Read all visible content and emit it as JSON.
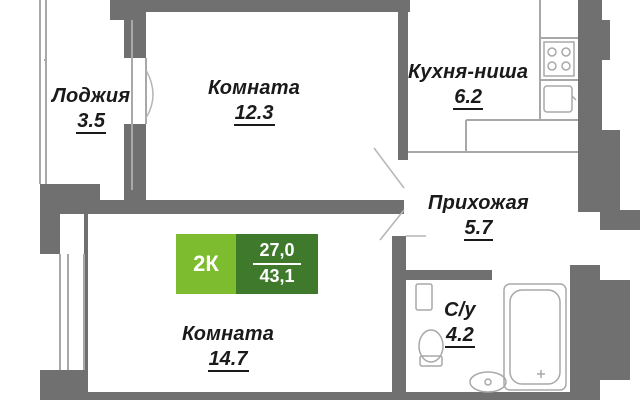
{
  "colors": {
    "wall": "#707070",
    "wall_light": "#a8a8a8",
    "badge_rooms": "#7cbc2e",
    "badge_area": "#3f7a2c"
  },
  "rooms": [
    {
      "key": "loggia",
      "name": "Лоджия",
      "area": "3.5"
    },
    {
      "key": "room1",
      "name": "Комната",
      "area": "12.3"
    },
    {
      "key": "kitchen",
      "name": "Кухня-ниша",
      "area": "6.2"
    },
    {
      "key": "hall",
      "name": "Прихожая",
      "area": "5.7"
    },
    {
      "key": "bath",
      "name": "С/у",
      "area": "4.2"
    },
    {
      "key": "room2",
      "name": "Комната",
      "area": "14.7"
    }
  ],
  "badge": {
    "rooms": "2К",
    "living_area": "27,0",
    "total_area": "43,1"
  }
}
